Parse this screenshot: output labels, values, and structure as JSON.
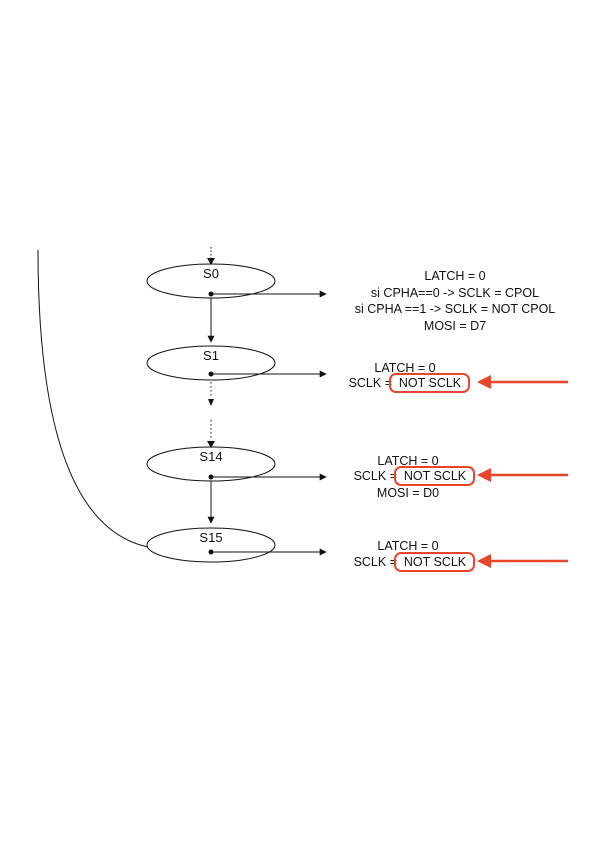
{
  "colors": {
    "line": "#111111",
    "highlight": "#e8452a"
  },
  "states": [
    {
      "id": "s0",
      "label": "S0",
      "actions": [
        "LATCH = 0",
        "si CPHA==0 -> SCLK = CPOL",
        "si CPHA ==1 -> SCLK = NOT CPOL",
        "MOSI = D7"
      ]
    },
    {
      "id": "s1",
      "label": "S1",
      "actions": [
        "LATCH = 0"
      ],
      "sclk_prefix": "SCLK = ",
      "highlight": "NOT SCLK"
    },
    {
      "id": "s14",
      "label": "S14",
      "actions": [
        "LATCH = 0",
        "MOSI = D0"
      ],
      "sclk_prefix": "SCLK = ",
      "highlight": "NOT SCLK"
    },
    {
      "id": "s15",
      "label": "S15",
      "actions": [
        "LATCH = 0"
      ],
      "sclk_prefix": "SCLK = ",
      "highlight": "NOT SCLK"
    }
  ]
}
